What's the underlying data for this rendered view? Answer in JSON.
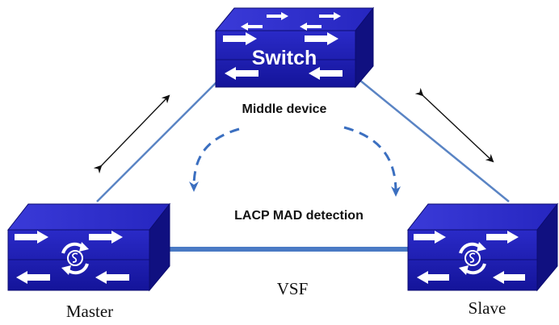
{
  "labels": {
    "switch": "Switch",
    "middle_device": "Middle device",
    "lacp_mad": "LACP MAD detection",
    "vsf": "VSF",
    "master": "Master",
    "slave": "Slave"
  },
  "colors": {
    "device_front": "#1f1fb4",
    "device_top": "#2e2ed0",
    "device_side": "#101080",
    "link": "#5a84c4",
    "vsf_link": "#4a7ac4",
    "dashed_arrow": "#3b6fc0"
  },
  "icons": [
    "arrow-right-icon",
    "arrow-left-icon",
    "sync-icon",
    "double-arrow-icon"
  ]
}
